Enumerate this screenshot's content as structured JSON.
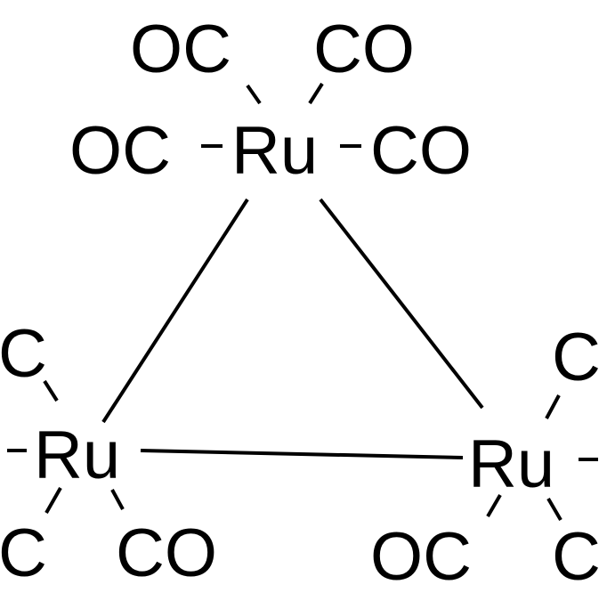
{
  "molecule": {
    "atoms": [
      {
        "id": "ru_top",
        "text": "Ru"
      },
      {
        "id": "ru_left",
        "text": "Ru"
      },
      {
        "id": "ru_right",
        "text": "Ru"
      }
    ],
    "ligands": [
      {
        "id": "top_oc_upper_left",
        "text": "OC"
      },
      {
        "id": "top_co_upper_right",
        "text": "CO"
      },
      {
        "id": "top_oc_left",
        "text": "OC"
      },
      {
        "id": "top_co_right",
        "text": "CO"
      },
      {
        "id": "left_c_upper",
        "text": "C"
      },
      {
        "id": "left_c_lower",
        "text": "C"
      },
      {
        "id": "left_co_lower",
        "text": "CO"
      },
      {
        "id": "right_c_upper",
        "text": "C"
      },
      {
        "id": "right_oc_lower",
        "text": "OC"
      },
      {
        "id": "right_c_lower",
        "text": "C"
      }
    ]
  }
}
